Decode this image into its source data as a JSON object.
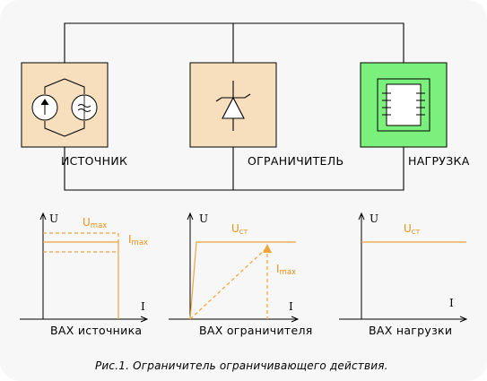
{
  "colors": {
    "wire": "#000000",
    "block_fill": "#f7dfbd",
    "load_fill": "#7cf07c",
    "curve": "#f0a43a",
    "caption": "#000000"
  },
  "blocks": {
    "source": {
      "label": "ИСТОЧНИК",
      "icon": "current-and-voltage-source-icon"
    },
    "limiter": {
      "label": "ОГРАНИЧИТЕЛЬ",
      "icon": "zener-diode-icon"
    },
    "load": {
      "label": "НАГРУЗКА",
      "icon": "transformer-coil-icon"
    }
  },
  "graphs": {
    "source": {
      "title": "ВАХ источника",
      "y_axis": "U",
      "x_axis": "I",
      "u_label": {
        "main": "U",
        "sub": "max"
      },
      "i_label": {
        "main": "I",
        "sub": "max"
      }
    },
    "limiter": {
      "title": "ВАХ ограничителя",
      "y_axis": "U",
      "x_axis": "I",
      "u_label": {
        "main": "U",
        "sub": "ст"
      },
      "i_label": {
        "main": "I",
        "sub": "max"
      }
    },
    "load": {
      "title": "ВАХ нагрузки",
      "y_axis": "U",
      "x_axis": "I",
      "u_label": {
        "main": "U",
        "sub": "ст"
      }
    }
  },
  "caption": "Рис.1.  Ограничитель ограничивающего действия."
}
